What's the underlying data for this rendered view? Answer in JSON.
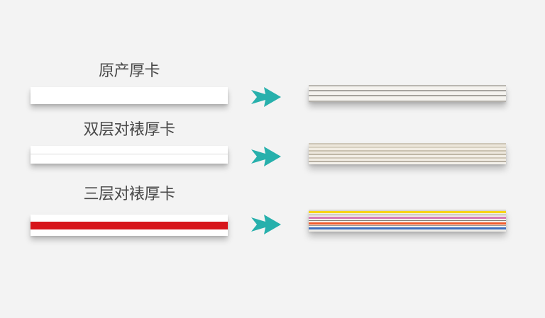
{
  "diagram": {
    "colors": {
      "background": "#f3f3f3",
      "label_text": "#4a4a4a",
      "arrow": "#27b0ac",
      "red_core": "#d7151b"
    },
    "rows": [
      {
        "label": "原产厚卡",
        "left_bar": "plain white card",
        "arrow_icon": "double-chevron-arrow",
        "right_photo": "cross-section: white layers with grey fibre lines",
        "right_layers": [
          {
            "color": "#b9b6b0",
            "h": 2
          },
          {
            "color": "#f4f2ee",
            "h": 5
          },
          {
            "color": "#a7a49f",
            "h": 2
          },
          {
            "color": "#f5f3ef",
            "h": 5
          },
          {
            "color": "#a5a29c",
            "h": 2
          },
          {
            "color": "#f5f3ef",
            "h": 6
          },
          {
            "color": "#b3b0aa",
            "h": 2
          }
        ]
      },
      {
        "label": "双层对裱厚卡",
        "left_bar": "two white layers laminated",
        "arrow_icon": "double-chevron-arrow",
        "right_photo": "cross-section: beige/cream layered board",
        "right_layers": [
          {
            "color": "#cdc6b8",
            "h": 2
          },
          {
            "color": "#ece6da",
            "h": 3
          },
          {
            "color": "#d6cfc0",
            "h": 2
          },
          {
            "color": "#f1ece2",
            "h": 3
          },
          {
            "color": "#c9c1b0",
            "h": 2
          },
          {
            "color": "#ede7dc",
            "h": 3
          },
          {
            "color": "#bfb7a6",
            "h": 2
          },
          {
            "color": "#f3efe6",
            "h": 3
          },
          {
            "color": "#cfc8b8",
            "h": 2
          },
          {
            "color": "#f1ede4",
            "h": 3
          },
          {
            "color": "#b8b1a3",
            "h": 2
          },
          {
            "color": "#f3f0ea",
            "h": 3
          }
        ]
      },
      {
        "label": "三层对裱厚卡",
        "left_bar": "white-red-white three layer card",
        "arrow_icon": "double-chevron-arrow",
        "right_photo": "cross-section: multicolour colour-core layers",
        "right_layers": [
          {
            "color": "#d9d6d0",
            "h": 2
          },
          {
            "color": "#f7d417",
            "h": 3
          },
          {
            "color": "#f3f1ec",
            "h": 2
          },
          {
            "color": "#8d8880",
            "h": 1
          },
          {
            "color": "#f3f1ec",
            "h": 2
          },
          {
            "color": "#d77bb6",
            "h": 3
          },
          {
            "color": "#f1efea",
            "h": 2
          },
          {
            "color": "#7d7871",
            "h": 1
          },
          {
            "color": "#f2f0eb",
            "h": 2
          },
          {
            "color": "#f15a2b",
            "h": 3
          },
          {
            "color": "#f2efe9",
            "h": 1
          },
          {
            "color": "#9a9590",
            "h": 1
          },
          {
            "color": "#f3f1ec",
            "h": 2
          },
          {
            "color": "#3f6fbf",
            "h": 3
          },
          {
            "color": "#efede8",
            "h": 3
          }
        ]
      }
    ]
  }
}
